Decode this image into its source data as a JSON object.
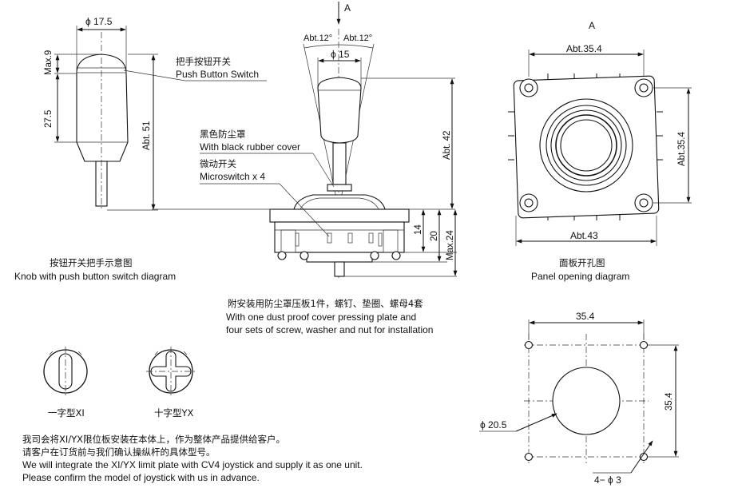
{
  "view_a": {
    "arrow_label": "A",
    "angle_left": "Abt.12°",
    "angle_right": "Abt.12°",
    "dim_top_width": "ϕ 15",
    "dim_height_42": "Abt. 42",
    "dim_14": "14",
    "dim_20": "20",
    "dim_max24": "Max.24"
  },
  "callouts": {
    "push_button_cn": "把手按钮开关",
    "push_button_en": "Push Button Switch",
    "rubber_cover_cn": "黑色防尘罩",
    "rubber_cover_en": "With black rubber cover",
    "microswitch_cn": "微动开关",
    "microswitch_en": "Microswitch x 4"
  },
  "knob_diagram": {
    "dim_width": "ϕ 17.5",
    "dim_max9": "Max.9",
    "dim_27_5": "27.5",
    "dim_abt51": "Abt. 51",
    "caption_cn": "按钮开关把手示意图",
    "caption_en": "Knob with push button switch diagram"
  },
  "panel_view": {
    "label": "A",
    "dim_top": "Abt.35.4",
    "dim_side": "Abt.35.4",
    "dim_bottom": "Abt.43",
    "caption_cn": "面板开孔图",
    "caption_en": "Panel opening diagram"
  },
  "install_note": {
    "cn": "附安装用防尘罩压板1件，螺钉、垫圈、螺母4套",
    "en_line1": "With one dust proof cover pressing plate and",
    "en_line2": "four sets of screw, washer and nut for installation"
  },
  "limit_plates": {
    "xi_label": "一字型XI",
    "yx_label": "十字型YX"
  },
  "cutout": {
    "dim_top": "35.4",
    "dim_side": "35.4",
    "dim_hole": "ϕ 20.5",
    "dim_screws": "4− ϕ 3"
  },
  "footer_note": {
    "cn_line1": "我司会将XI/YX限位板安装在本体上，作为整体产品提供给客户。",
    "cn_line2": "请客户在订货前与我们确认操纵杆的具体型号。",
    "en_line1": "We will integrate the XI/YX limit plate with CV4 joystick and supply it as one unit.",
    "en_line2": "Please confirm the model of joystick with us in advance."
  }
}
